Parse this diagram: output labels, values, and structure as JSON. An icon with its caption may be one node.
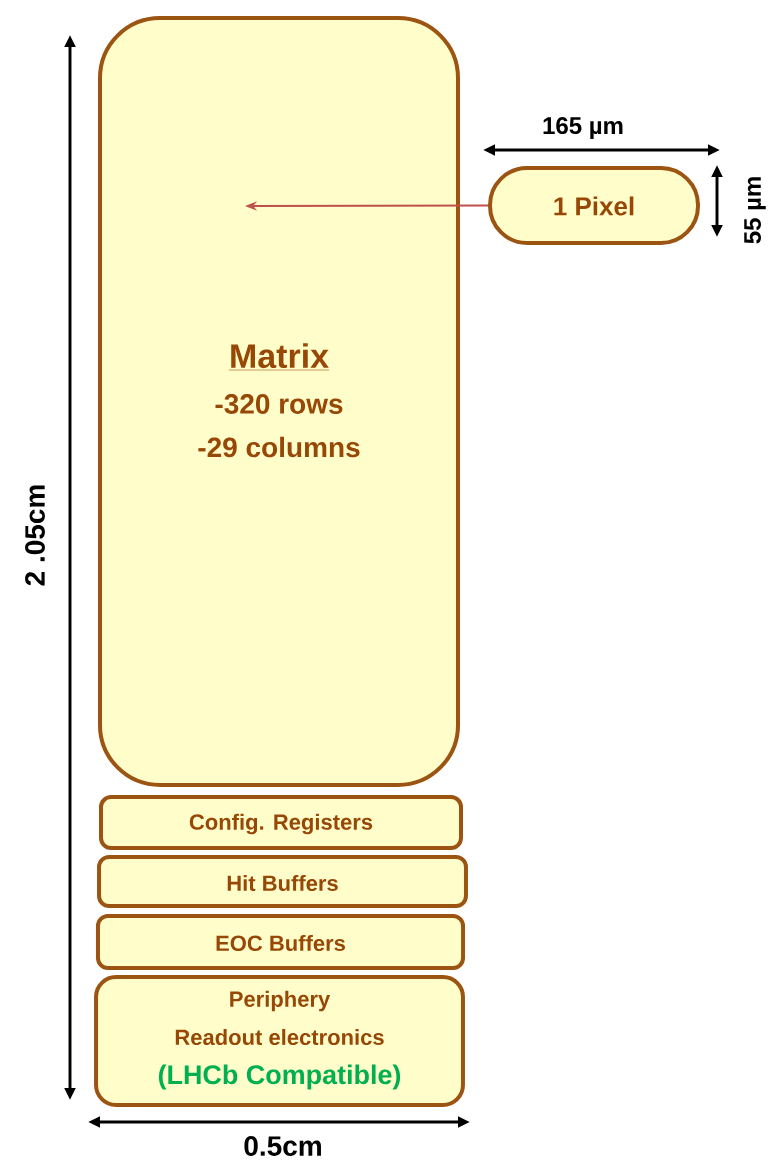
{
  "diagram": {
    "nodes": [
      {
        "text": [
          "Matrix",
          "-320 rows",
          "-29 columns"
        ]
      },
      {
        "text": [
          "1 Pixel"
        ]
      },
      {
        "text": [
          "Config. Registers"
        ]
      },
      {
        "text": [
          "Hit Buffers"
        ]
      },
      {
        "text": [
          "EOC Buffers"
        ]
      },
      {
        "text": [
          "Periphery",
          "Readout electronics",
          "(LHCb Compatible)"
        ]
      }
    ],
    "edges": [
      {
        "from": 1,
        "to": 0,
        "arrow": "to",
        "color": "#c0504d"
      }
    ],
    "labels": [
      "165 µm",
      "55 µm",
      "2 .05cm",
      "0.5cm"
    ]
  }
}
